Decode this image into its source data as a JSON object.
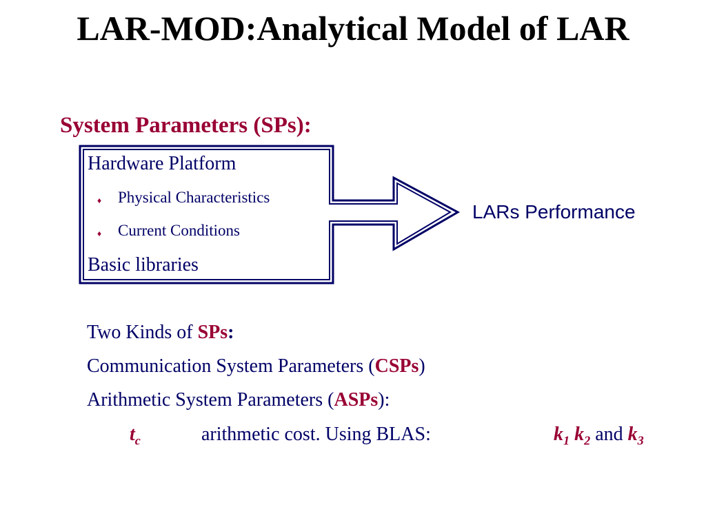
{
  "title": "LAR-MOD:Analytical Model of LAR",
  "heading": "System Parameters  (SPs):",
  "box": {
    "hardware": "Hardware Platform",
    "bullets": [
      "Physical Characteristics",
      "Current Conditions"
    ],
    "libraries": "Basic libraries"
  },
  "arrow_target": "LARs Performance",
  "kinds": {
    "prefix": "Two Kinds of ",
    "sps": "SPs",
    "colon": ":"
  },
  "csp": {
    "prefix": "Communication System Parameters (",
    "abbr": "CSPs",
    "suffix": ")"
  },
  "asp": {
    "prefix": "Arithmetic System Parameters (",
    "abbr": "ASPs",
    "suffix": "):"
  },
  "tc": {
    "t": "t",
    "sub": "c",
    "desc": "arithmetic cost. Using BLAS:",
    "k": "k",
    "k1": "1",
    "k2": "2",
    "and": "and",
    "k3": "3"
  },
  "colors": {
    "navy": "#000066",
    "accent": "#990033"
  }
}
